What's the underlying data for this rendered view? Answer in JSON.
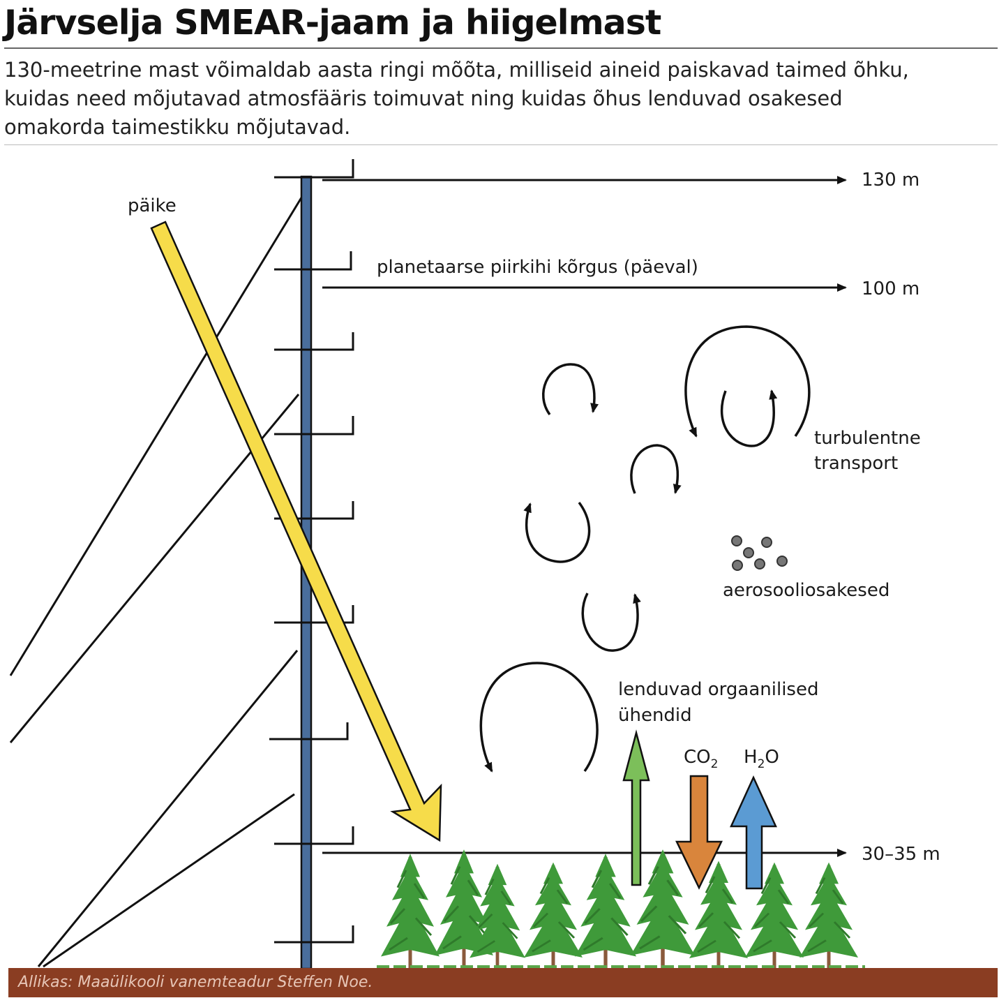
{
  "title": "Järvselja SMEAR-jaam ja hiigelmast",
  "intro": [
    "130-meetrine mast võimaldab aasta ringi mõõta, milliseid aineid paiskavad taimed õhku,",
    "kuidas need mõjutavad atmosfääris toimuvat ning kuidas õhus lenduvad osakesed",
    "omakorda taimestikku mõjutavad."
  ],
  "labels": {
    "sun": "päike",
    "h130": "130 m",
    "pbl": "planetaarse piirkihi kõrgus (päeval)",
    "h100": "100 m",
    "turb_line1": "turbulentne",
    "turb_line2": "transport",
    "aerosol": "aerosooliosakesed",
    "voc_line1": "lenduvad orgaanilised",
    "voc_line2": "ühendid",
    "co2_main": "CO",
    "co2_sub": "2",
    "h2o_h": "H",
    "h2o_sub": "2",
    "h2o_o": "O",
    "h30": "30–35 m"
  },
  "source": "Allikas: Maaülikooli vanemteadur Steffen Noe.",
  "colors": {
    "mast": "#4a6e9c",
    "sun_arrow": "#f6dc4a",
    "voc_arrow": "#7cbf5a",
    "co2_arrow": "#d9853c",
    "h2o_arrow": "#5b9bd3",
    "tree": "#3f9a3a",
    "trunk": "#8a5a3c",
    "ground": "#8a3d22"
  }
}
